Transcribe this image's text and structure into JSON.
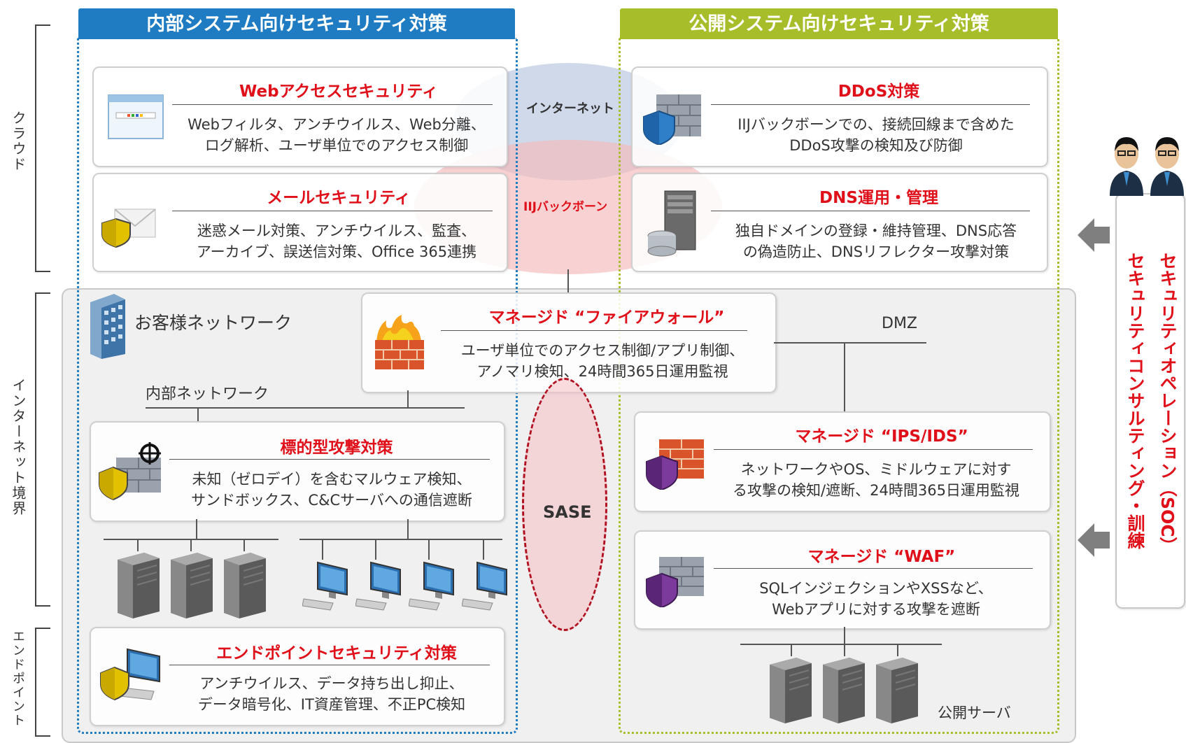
{
  "side_labels": {
    "cloud": "クラウド",
    "internet_boundary": "インターネット境界",
    "endpoint": "エンドポイント"
  },
  "columns": {
    "internal": {
      "header": "内部システム向けセキュリティ対策",
      "color": "#1f7cc3"
    },
    "public": {
      "header": "公開システム向けセキュリティ対策",
      "color": "#a8bd2a"
    }
  },
  "cloud_zone": {
    "internet_label": "インターネット",
    "backbone_label": "IIJバックボーン"
  },
  "cards": {
    "web_access": {
      "title": "Webアクセスセキュリティ",
      "line1": "Webフィルタ、アンチウイルス、Web分離、",
      "line2": "ログ解析、ユーザ単位でのアクセス制御"
    },
    "mail": {
      "title": "メールセキュリティ",
      "line1": "迷惑メール対策、アンチウイルス、監査、",
      "line2": "アーカイブ、誤送信対策、Office 365連携"
    },
    "ddos": {
      "title": "DDoS対策",
      "line1": "IIJバックボーンでの、接続回線まで含めた",
      "line2": "DDoS攻撃の検知及び防御"
    },
    "dns": {
      "title": "DNS運用・管理",
      "line1": "独自ドメインの登録・維持管理、DNS応答",
      "line2": "の偽造防止、DNSリフレクター攻撃対策"
    },
    "firewall": {
      "title": "マネージド “ファイアウォール”",
      "line1": "ユーザ単位でのアクセス制御/アプリ制御、",
      "line2": "アノマリ検知、24時間365日運用監視"
    },
    "targeted": {
      "title": "標的型攻撃対策",
      "line1": "未知（ゼロデイ）を含むマルウェア検知、",
      "line2": "サンドボックス、C&Cサーバへの通信遮断"
    },
    "ips": {
      "title": "マネージド “IPS/IDS”",
      "line1": "ネットワークやOS、ミドルウェアに対す",
      "line2": "る攻撃の検知/遮断、24時間365日運用監視"
    },
    "waf": {
      "title": "マネージド “WAF”",
      "line1": "SQLインジェクションやXSSなど、",
      "line2": "Webアプリに対する攻撃を遮断"
    },
    "endpoint": {
      "title": "エンドポイントセキュリティ対策",
      "line1": "アンチウイルス、データ持ち出し抑止、",
      "line2": "データ暗号化、IT資産管理、不正PC検知"
    }
  },
  "network_labels": {
    "customer_network": "お客様ネットワーク",
    "internal_network": "内部ネットワーク",
    "dmz": "DMZ",
    "public_server": "公開サーバ",
    "sase": "SASE"
  },
  "services": {
    "soc": "セキュリティオペレーション（SOC）",
    "consulting": "セキュリティコンサルティング・訓練"
  },
  "colors": {
    "accent_red": "#e0101a",
    "internal_blue": "#1f7cc3",
    "public_green": "#a8bd2a"
  }
}
